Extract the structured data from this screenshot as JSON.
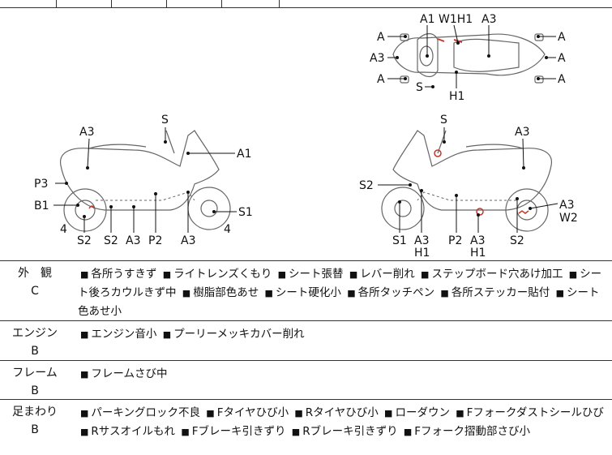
{
  "diagram": {
    "top_view_labels": [
      {
        "id": "a1",
        "text": "A1"
      },
      {
        "id": "w1h1",
        "text": "W1H1"
      },
      {
        "id": "a3-top",
        "text": "A3"
      },
      {
        "id": "a-left-1",
        "text": "A"
      },
      {
        "id": "a3-left",
        "text": "A3"
      },
      {
        "id": "a-left-2",
        "text": "A"
      },
      {
        "id": "s-top",
        "text": "S"
      },
      {
        "id": "h1-top",
        "text": "H1"
      },
      {
        "id": "a-right-1",
        "text": "A"
      },
      {
        "id": "a-right-2",
        "text": "A"
      },
      {
        "id": "a-right-3",
        "text": "A"
      }
    ],
    "left_side_labels": [
      {
        "id": "s",
        "text": "S"
      },
      {
        "id": "a3",
        "text": "A3"
      },
      {
        "id": "a1",
        "text": "A1"
      },
      {
        "id": "p3",
        "text": "P3"
      },
      {
        "id": "b1",
        "text": "B1"
      },
      {
        "id": "s1",
        "text": "S1"
      },
      {
        "id": "n4-left",
        "text": "4"
      },
      {
        "id": "n4-right",
        "text": "4"
      },
      {
        "id": "s2-a",
        "text": "S2"
      },
      {
        "id": "s2-b",
        "text": "S2"
      },
      {
        "id": "a3-bottom",
        "text": "A3"
      },
      {
        "id": "p2",
        "text": "P2"
      },
      {
        "id": "a3-bottom-2",
        "text": "A3"
      }
    ],
    "right_side_labels": [
      {
        "id": "s",
        "text": "S"
      },
      {
        "id": "a3",
        "text": "A3"
      },
      {
        "id": "s2-left",
        "text": "S2"
      },
      {
        "id": "a3-right",
        "text": "A3"
      },
      {
        "id": "w2",
        "text": "W2"
      },
      {
        "id": "s1",
        "text": "S1"
      },
      {
        "id": "a3-h1-a",
        "text": "A3"
      },
      {
        "id": "h1-a",
        "text": "H1"
      },
      {
        "id": "p2",
        "text": "P2"
      },
      {
        "id": "a3-h1-b",
        "text": "A3"
      },
      {
        "id": "h1-b",
        "text": "H1"
      },
      {
        "id": "s2-right",
        "text": "S2"
      }
    ],
    "marker_color": "#c0392b"
  },
  "conditions": [
    {
      "category": "外　観",
      "grade": "C",
      "bullet": "■",
      "items": [
        "各所うすきず",
        "ライトレンズくもり",
        "シート張替",
        "レバー削れ",
        "ステップボード穴あけ加工",
        "シート後ろカウルきず中",
        "樹脂部色あせ",
        "シート硬化小",
        "各所タッチペン",
        "各所ステッカー貼付",
        "シート色あせ小"
      ]
    },
    {
      "category": "エンジン",
      "grade": "B",
      "bullet": "■",
      "items": [
        "エンジン音小",
        "プーリーメッキカバー削れ"
      ]
    },
    {
      "category": "フレーム",
      "grade": "B",
      "bullet": "■",
      "items": [
        "フレームさび中"
      ]
    },
    {
      "category": "足まわり",
      "grade": "B",
      "bullet": "■",
      "items": [
        "パーキングロック不良",
        "Fタイヤひび小",
        "Rタイヤひび小",
        "ローダウン",
        "Fフォークダストシールひび",
        "Rサスオイルもれ",
        "Fブレーキ引きずり",
        "Rブレーキ引きずり",
        "Fフォーク摺動部さび小"
      ]
    }
  ]
}
